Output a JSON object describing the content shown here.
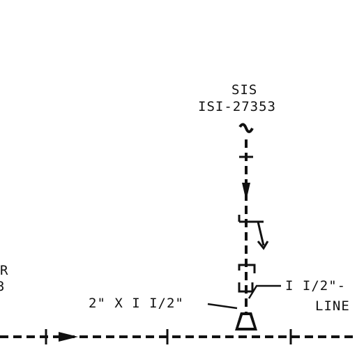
{
  "diagram": {
    "ink_color": "#111111",
    "background": "#ffffff",
    "labels": {
      "sis_title": "SIS",
      "sis_tag": "ISI-27353",
      "reducer": "2\" X I I/2\"",
      "line_size_right": "I I/2\"-",
      "line_word_right": "LINE",
      "left_partial_top": "R",
      "left_partial_bottom": "3"
    }
  }
}
